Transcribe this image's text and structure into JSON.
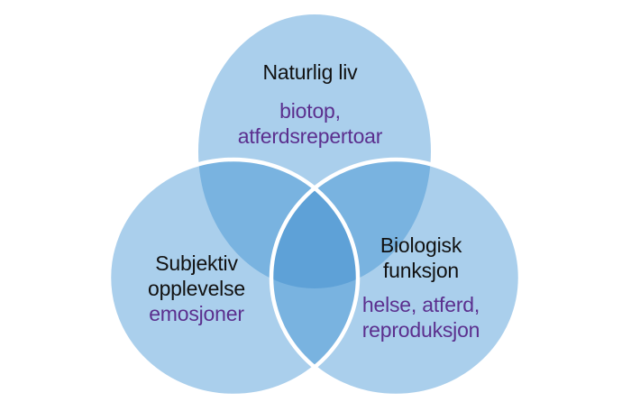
{
  "diagram": {
    "type": "venn-3-circles",
    "circles": {
      "top": {
        "title": "Naturlig liv",
        "subtitle_lines": [
          "biotop,",
          "atferdsrepertoar"
        ]
      },
      "left": {
        "title_lines": [
          "Subjektiv",
          "opplevelse"
        ],
        "subtitle_lines": [
          "emosjoner"
        ]
      },
      "right": {
        "title_lines": [
          "Biologisk",
          "funksjon"
        ],
        "subtitle_lines": [
          "helse, atferd,",
          "reproduksjon"
        ]
      }
    }
  },
  "colors": {
    "background": "#ffffff",
    "circle_fill": "#aacfec",
    "overlap2_fill": "#79b3e0",
    "overlap3_fill": "#5ea1d7",
    "circle_stroke": "#ffffff",
    "title_text": "#111111",
    "subtitle_text": "#5b2f8e"
  }
}
